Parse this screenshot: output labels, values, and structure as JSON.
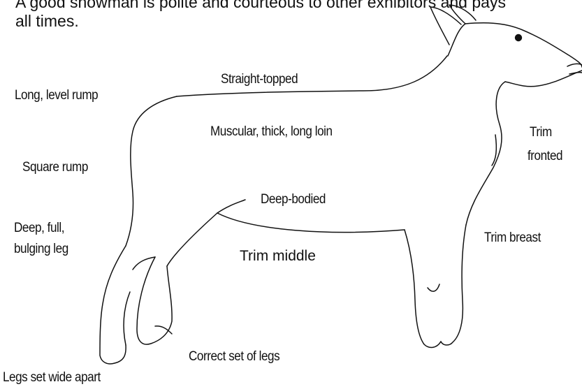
{
  "intro": {
    "line_1": "A good showman is polite and courteous to other exhibitors and pays",
    "line_2": "all times."
  },
  "labels": {
    "straight_topped": "Straight-topped",
    "long_level_rump": "Long, level rump",
    "muscular_thick_long_loin": "Muscular, thick, long loin",
    "trim_fronted_line_1": "Trim",
    "trim_fronted_line_2": "fronted",
    "square_rump": "Square rump",
    "deep_bodied": "Deep-bodied",
    "deep_full_line_1": "Deep, full,",
    "deep_full_line_2": "bulging leg",
    "trim_breast": "Trim breast",
    "trim_middle": "Trim middle",
    "correct_set_of_legs": "Correct set of legs",
    "legs_set_wide_apart": "Legs set wide apart"
  }
}
